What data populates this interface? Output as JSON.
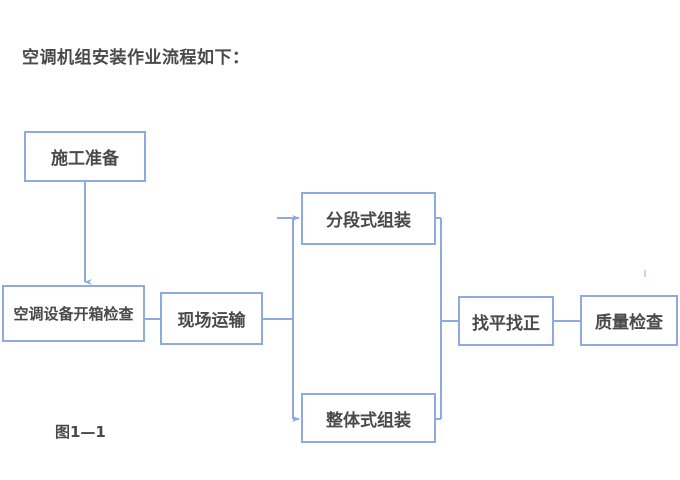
{
  "document": {
    "heading": "空调机组安装作业流程如下：",
    "caption": "图1—1",
    "background_color": "#ffffff",
    "text_color": "#4a4a4a",
    "line_color": "#8faadc"
  },
  "flowchart": {
    "type": "process-flow-diagram",
    "nodes": [
      {
        "id": "prep",
        "label": "施工准备"
      },
      {
        "id": "unbox",
        "label": "空调设备开箱检查"
      },
      {
        "id": "transport",
        "label": "现场运输"
      },
      {
        "id": "segmented",
        "label": "分段式组装"
      },
      {
        "id": "integral",
        "label": "整体式组装"
      },
      {
        "id": "leveling",
        "label": "找平找正"
      },
      {
        "id": "quality",
        "label": "质量检查"
      }
    ],
    "edges": [
      {
        "from": "prep",
        "to": "unbox",
        "arrow": true
      },
      {
        "from": "unbox",
        "to": "transport",
        "arrow": false
      },
      {
        "from": "transport",
        "to": "segmented",
        "arrow": true
      },
      {
        "from": "transport",
        "to": "integral",
        "arrow": true
      },
      {
        "from": "segmented",
        "to": "leveling",
        "arrow": false
      },
      {
        "from": "integral",
        "to": "leveling",
        "arrow": false
      },
      {
        "from": "leveling",
        "to": "quality",
        "arrow": false
      }
    ]
  }
}
